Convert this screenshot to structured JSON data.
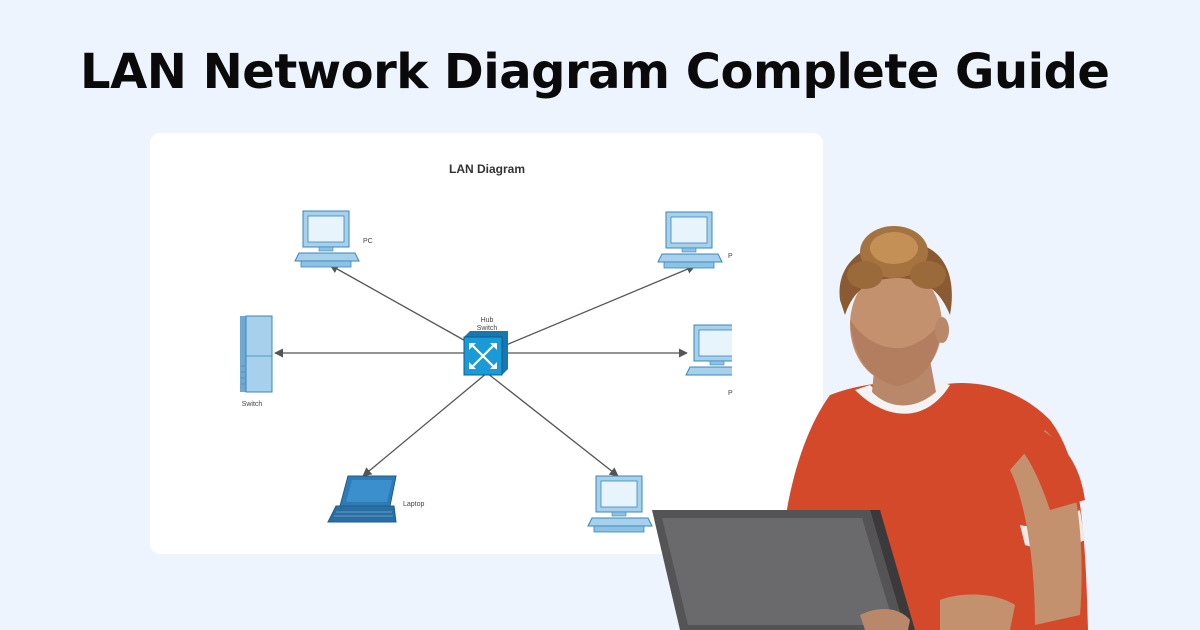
{
  "header": {
    "title": "LAN Network Diagram Complete Guide"
  },
  "diagram": {
    "title": "LAN Diagram",
    "labels": {
      "pc_top_left": "PC",
      "pc_top_right": "P",
      "pc_right": "P",
      "hub": "Hub",
      "hub_sub": "Switch",
      "server": "Switch",
      "laptop": "Laptop"
    }
  },
  "colors": {
    "background": "#edf4fd",
    "device_fill": "#a6d0ec",
    "device_stroke": "#3c86b6",
    "hub_fill": "#1a9ad6",
    "connector": "#555555"
  }
}
